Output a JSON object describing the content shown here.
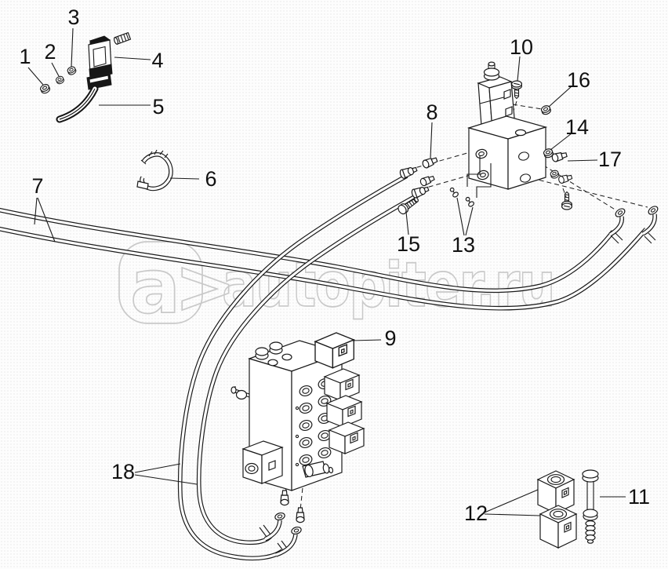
{
  "palette": {
    "line": "#1a1a1a",
    "watermark": "#c9c9c9",
    "background": "#fdfdfd"
  },
  "watermark": {
    "logo_text": "a>",
    "site_text": "autopiter.ru"
  },
  "callouts": [
    {
      "label": "1"
    },
    {
      "label": "2"
    },
    {
      "label": "3"
    },
    {
      "label": "4"
    },
    {
      "label": "5"
    },
    {
      "label": "6"
    },
    {
      "label": "7"
    },
    {
      "label": "8"
    },
    {
      "label": "9"
    },
    {
      "label": "10"
    },
    {
      "label": "11"
    },
    {
      "label": "12"
    },
    {
      "label": "13"
    },
    {
      "label": "14"
    },
    {
      "label": "15"
    },
    {
      "label": "16"
    },
    {
      "label": "17"
    },
    {
      "label": "18"
    }
  ]
}
